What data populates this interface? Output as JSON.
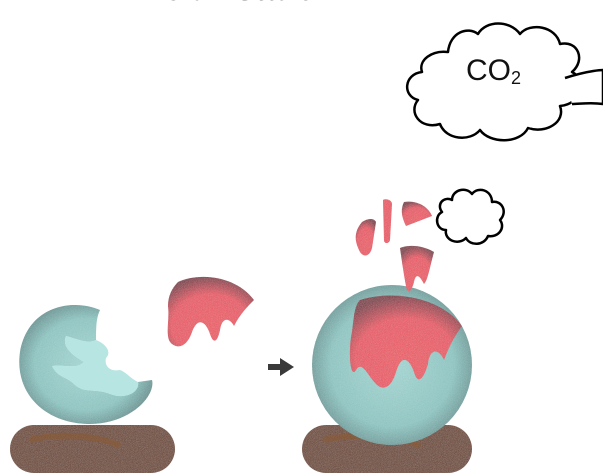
{
  "title": "Immobilisatie",
  "cloud": {
    "gas_label": "CO",
    "gas_subscript": "2"
  },
  "colors": {
    "sphere": "#7fc1bf",
    "sphere_inner": "#a4dcd9",
    "fragment": "#f0505f",
    "fragment_dark": "#8a2a3a",
    "pedestal": "#6a3a1e",
    "pedestal_light": "#8b5a34",
    "arrow": "#3a3a3a",
    "outline": "#000000"
  },
  "icons": {
    "arrow": "arrow-right-icon",
    "cloud_large": "cloud-icon",
    "cloud_small": "small-cloud-icon"
  }
}
